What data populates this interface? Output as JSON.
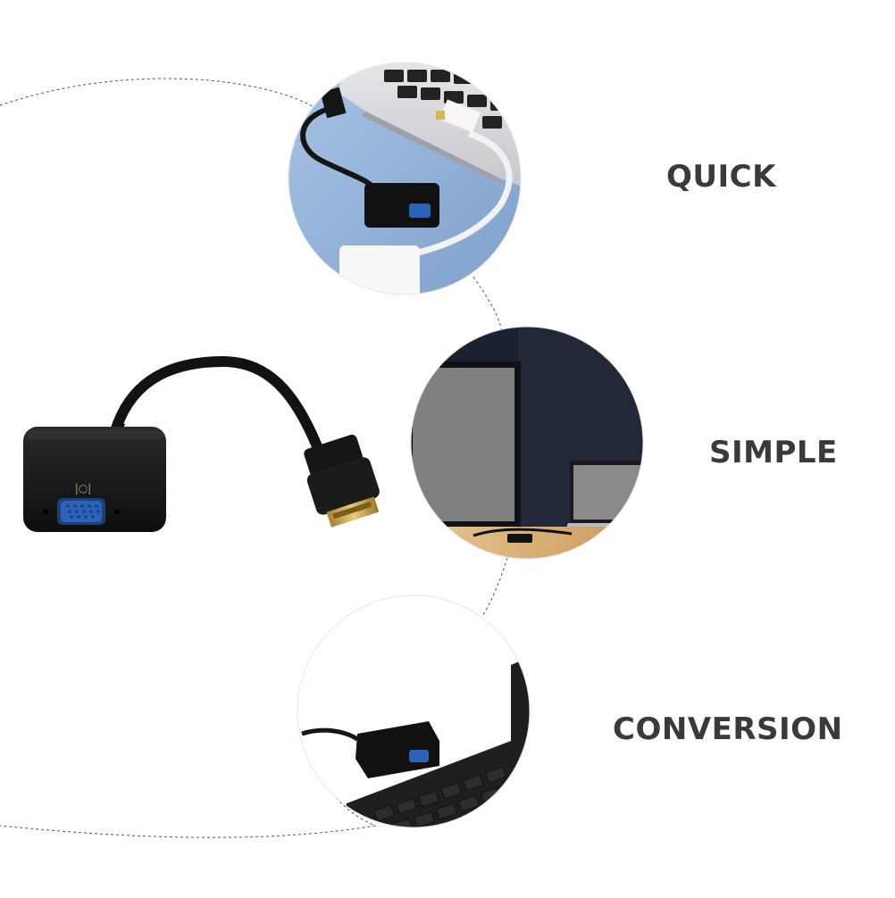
{
  "features": {
    "quick": "QUICK",
    "simple": "SIMPLE",
    "conversion": "CONVERSION"
  },
  "adapter_port_symbol": "|○|",
  "colors": {
    "background": "#ffffff",
    "text": "#3a3a3a",
    "adapter_body": "#151515",
    "vga_port": "#2a63b8",
    "hdmi_gold": "#c9a24a",
    "desk_blue": "#8fb1d8",
    "wall_dark": "#1c2130"
  },
  "icons": [
    "hdmi-vga-adapter-icon",
    "laptop-keyboard-icon",
    "monitor-icon",
    "laptop-icon"
  ]
}
